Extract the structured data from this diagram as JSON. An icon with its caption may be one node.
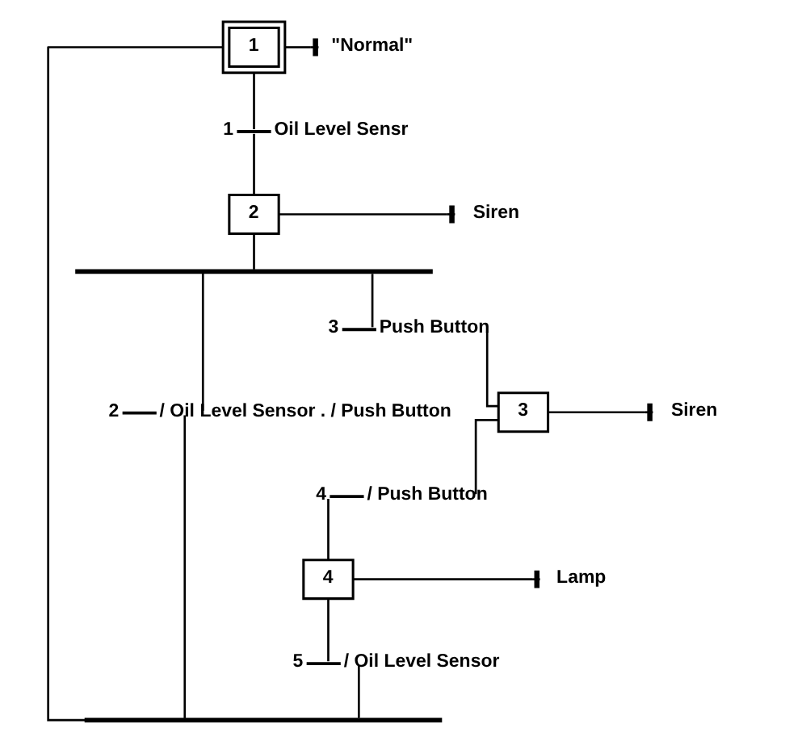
{
  "diagram": {
    "nodes": [
      {
        "text": [
          "1"
        ]
      },
      {
        "text": [
          "\"Normal\""
        ]
      },
      {
        "text": [
          "Oil Level Sensr"
        ],
        "beside": [
          "1"
        ]
      },
      {
        "text": [
          "2"
        ]
      },
      {
        "text": [
          "Siren"
        ]
      },
      {
        "text": [],
        "shape": "bar"
      },
      {
        "text": [
          "/ Oil Level Sensor . / Push Button"
        ],
        "beside": [
          "2"
        ]
      },
      {
        "text": [
          "Push Button"
        ],
        "beside": [
          "3"
        ]
      },
      {
        "text": [
          "3"
        ]
      },
      {
        "text": [
          "Siren"
        ]
      },
      {
        "text": [
          "/ Push Button"
        ],
        "beside": [
          "4"
        ]
      },
      {
        "text": [
          "4"
        ]
      },
      {
        "text": [
          "Lamp"
        ]
      },
      {
        "text": [
          "/ Oil Level Sensor"
        ],
        "beside": [
          "5"
        ]
      },
      {
        "text": [],
        "shape": "bar"
      }
    ],
    "edges": [
      {
        "from": 0,
        "to": 1,
        "arrow": "other"
      },
      {
        "from": 0,
        "to": 2,
        "arrow": "none"
      },
      {
        "from": 2,
        "to": 3,
        "arrow": "none"
      },
      {
        "from": 3,
        "to": 4,
        "arrow": "other"
      },
      {
        "from": 3,
        "to": 5,
        "arrow": "none"
      },
      {
        "from": 5,
        "to": 6,
        "arrow": "none"
      },
      {
        "from": 5,
        "to": 7,
        "arrow": "none"
      },
      {
        "from": 7,
        "to": 8,
        "arrow": "none"
      },
      {
        "from": 8,
        "to": 9,
        "arrow": "other"
      },
      {
        "from": 8,
        "to": 10,
        "arrow": "none"
      },
      {
        "from": 10,
        "to": 11,
        "arrow": "none"
      },
      {
        "from": 11,
        "to": 12,
        "arrow": "other"
      },
      {
        "from": 11,
        "to": 13,
        "arrow": "none"
      },
      {
        "from": 6,
        "to": 14,
        "arrow": "none"
      },
      {
        "from": 13,
        "to": 14,
        "arrow": "none"
      },
      {
        "from": 14,
        "to": 0,
        "arrow": "none"
      }
    ]
  }
}
